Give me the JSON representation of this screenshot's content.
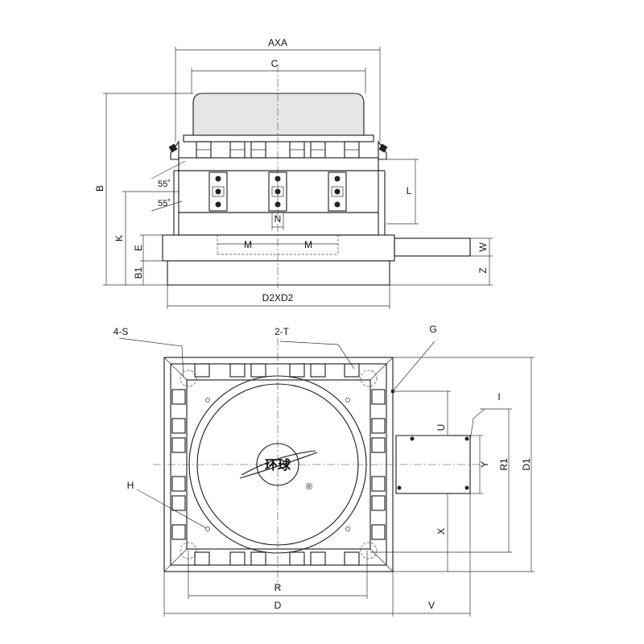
{
  "front_view": {
    "labels": {
      "axa": "AXA",
      "c": "C",
      "b": "B",
      "k": "K",
      "e": "E",
      "b1": "B1",
      "angle_top": "55˚",
      "angle_bottom": "55˚",
      "l": "L",
      "n": "N",
      "m_left": "M",
      "m_right": "M",
      "w": "W",
      "z": "Z",
      "d2xd2": "D2XD2"
    }
  },
  "top_view": {
    "labels": {
      "s": "4-S",
      "t": "2-T",
      "g": "G",
      "h": "H",
      "i": "I",
      "u": "U",
      "y": "Y",
      "r1": "R1",
      "d1": "D1",
      "x": "X",
      "r": "R",
      "d": "D",
      "v": "V"
    },
    "logo": {
      "text": "环球",
      "registered": "®"
    }
  }
}
